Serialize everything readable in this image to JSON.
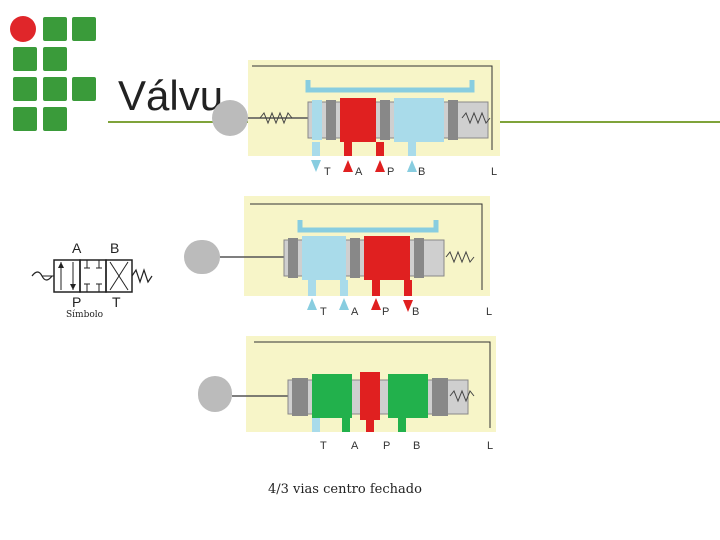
{
  "slide": {
    "title": "Válvu",
    "caption": "4/3 vias centro fechado",
    "symbol_caption": "Símbolo"
  },
  "symbol": {
    "ports_top": [
      "A",
      "B"
    ],
    "ports_bottom": [
      "P",
      "T"
    ]
  },
  "panels": [
    {
      "ports": [
        "T",
        "A",
        "P",
        "B",
        "L"
      ]
    },
    {
      "ports": [
        "T",
        "A",
        "P",
        "B",
        "L"
      ]
    },
    {
      "ports": [
        "T",
        "A",
        "P",
        "B",
        "L"
      ]
    }
  ],
  "colors": {
    "logo_green": "#3a9b3a",
    "logo_red": "#e0262a",
    "title_rule": "#7fa33a",
    "panel_bg": "#f7f5c8",
    "tank_blue": "#a9dbea",
    "pressure_red": "#e02020",
    "neutral_green": "#22b14c"
  }
}
